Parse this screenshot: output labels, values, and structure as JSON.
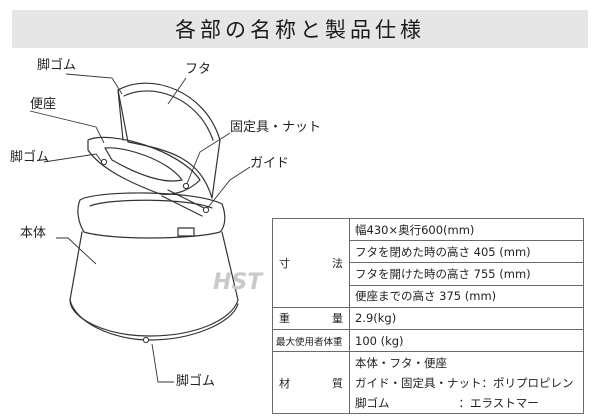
{
  "title": "各部の名称と製品仕様",
  "callouts": {
    "foot_rubber_top": "脚ゴム",
    "lid": "フタ",
    "seat": "便座",
    "fixture_nut": "固定具・ナット",
    "foot_rubber_left": "脚ゴム",
    "guide": "ガイド",
    "body": "本体",
    "foot_rubber_bottom": "脚ゴム"
  },
  "watermark": "HST",
  "spec": {
    "dimension_label": "寸　法",
    "dimensions": [
      "幅430×奥行600(mm)",
      "フタを閉めた時の高さ 405 (mm)",
      "フタを開けた時の高さ 755 (mm)",
      "便座までの高さ 375 (mm)"
    ],
    "weight_label": "重　量",
    "weight_value": "2.9(kg)",
    "maxuser_label": "最大使用者体重",
    "maxuser_value": "100 (kg)",
    "material_label": "材　質",
    "materials": [
      "本体・フタ・便座",
      "ガイド・固定具・ナット：ポリプロピレン",
      "脚ゴム　　　　　　：エラストマー"
    ]
  },
  "colors": {
    "title_bg": "#e6e6e6",
    "line": "#333333",
    "table_border": "#6a6a6a"
  }
}
